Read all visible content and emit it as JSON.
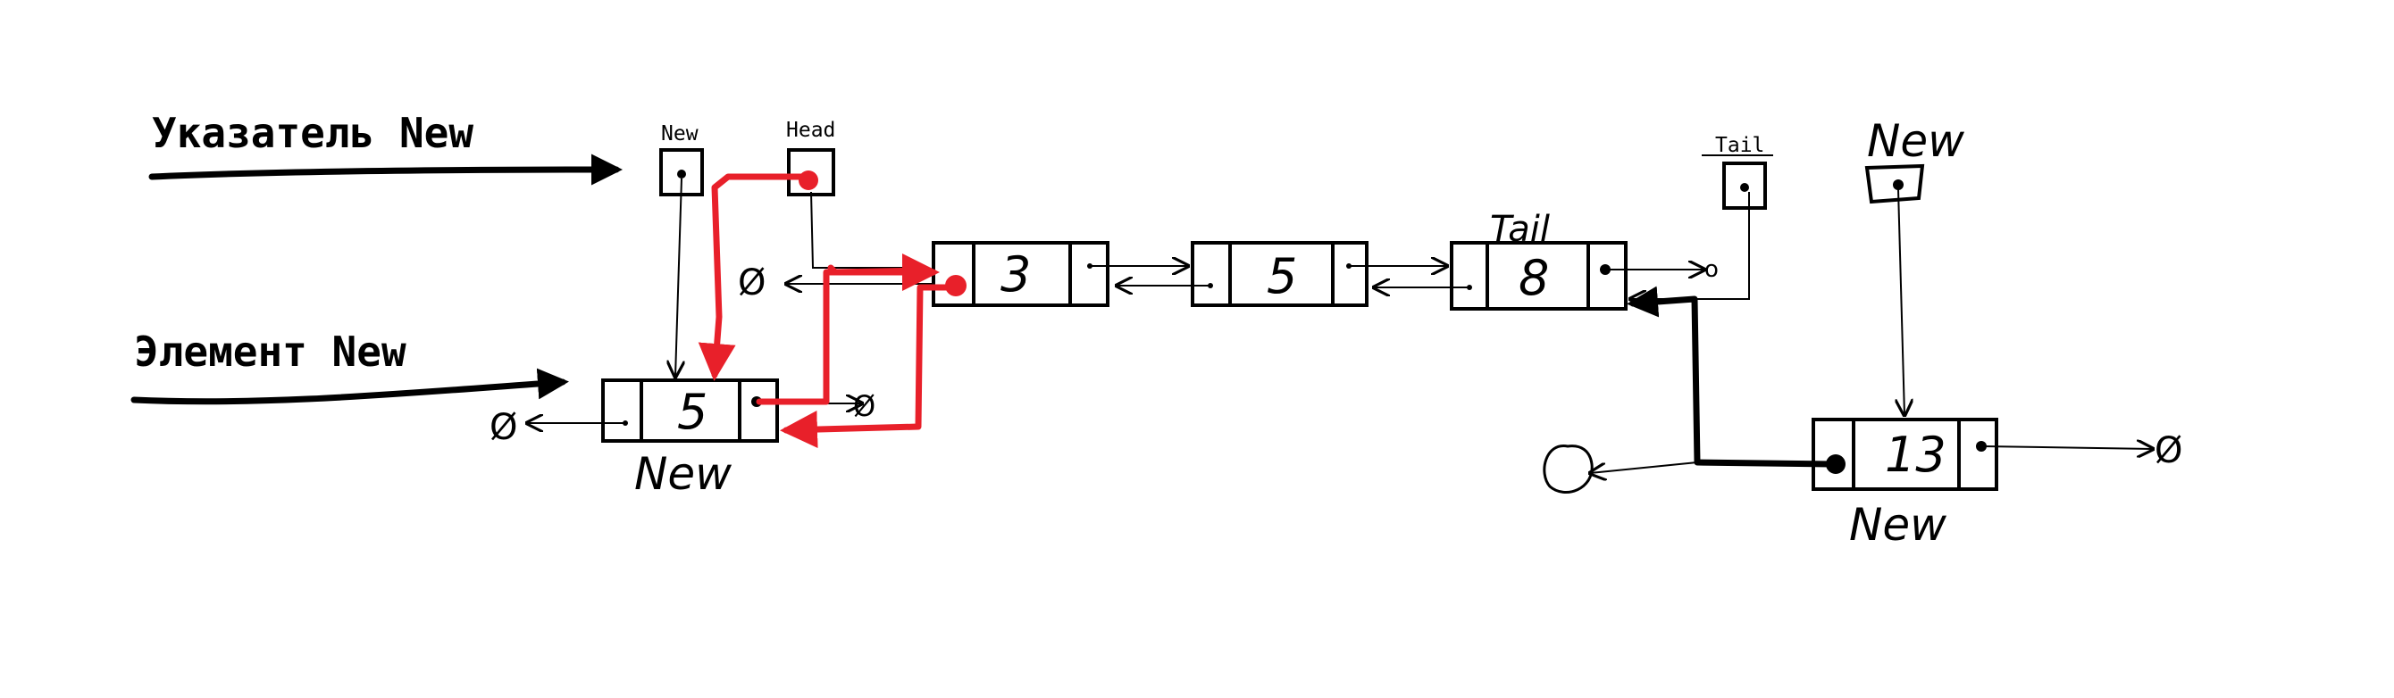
{
  "labels": {
    "pointer_new": "Указатель New",
    "element_new": "Элемент New"
  },
  "pointers": {
    "new_small": "New",
    "head": "Head",
    "tail": "Tail",
    "tail_hand": "Tail",
    "new_right_hand": "New"
  },
  "nodes": {
    "new_node_value": "5",
    "new_node_caption": "New",
    "node1_value": "3",
    "node2_value": "5",
    "node3_value": "8",
    "right_node_value": "13",
    "right_node_caption": "New"
  },
  "null_symbol": "Ø",
  "small_null_symbol": "o",
  "colors": {
    "ink": "#000000",
    "highlight": "#e8202a",
    "background": "#ffffff"
  }
}
